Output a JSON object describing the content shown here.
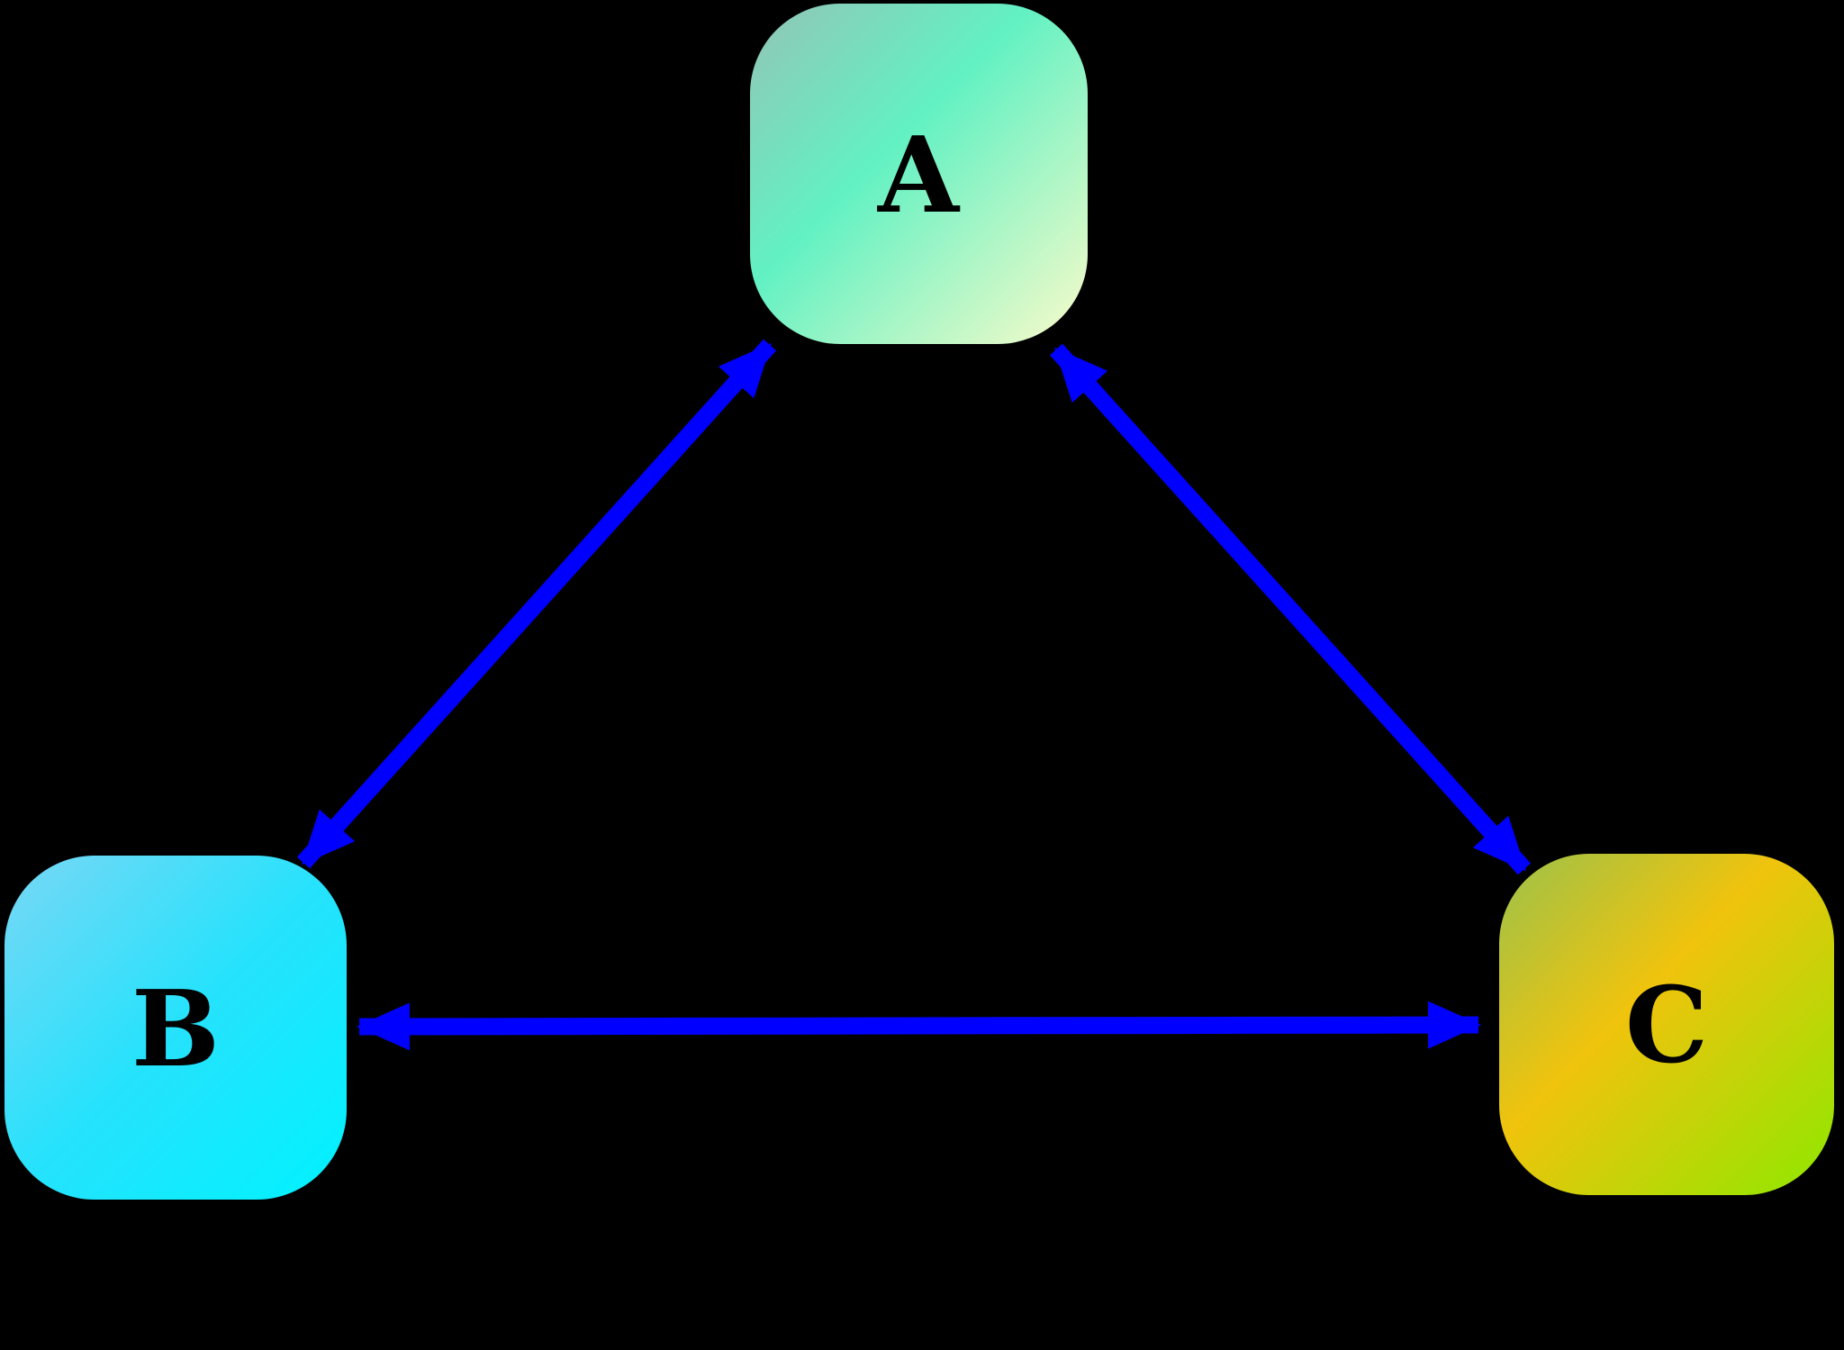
{
  "diagram": {
    "type": "graph",
    "background_color": "#000000",
    "edge_color": "#0000ff",
    "nodes": [
      {
        "id": "A",
        "label": "A",
        "position": "top-center",
        "shape": "rounded-square",
        "text_color": "#000000",
        "gradient": [
          "#93c4b6",
          "#62f1c3",
          "#fbfbca"
        ]
      },
      {
        "id": "B",
        "label": "B",
        "position": "bottom-left",
        "shape": "rounded-square",
        "text_color": "#000000",
        "gradient": [
          "#79d7f5",
          "#26e2fc",
          "#00f2ff"
        ]
      },
      {
        "id": "C",
        "label": "C",
        "position": "bottom-right",
        "shape": "rounded-square",
        "text_color": "#000000",
        "gradient": [
          "#9bc24b",
          "#f0c30d",
          "#8ee800"
        ]
      }
    ],
    "edges": [
      {
        "from": "B",
        "to": "A",
        "bidirectional": true
      },
      {
        "from": "A",
        "to": "C",
        "bidirectional": true
      },
      {
        "from": "B",
        "to": "C",
        "bidirectional": true
      }
    ]
  }
}
